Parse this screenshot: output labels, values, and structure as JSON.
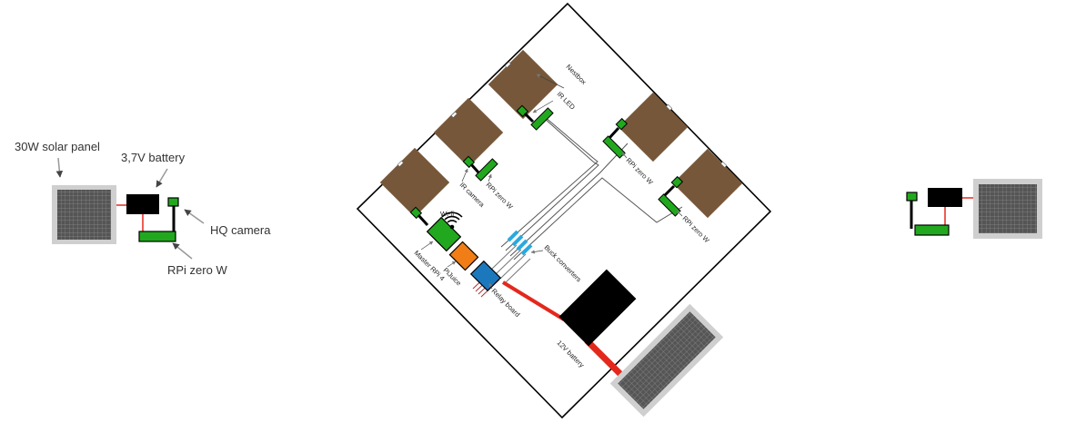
{
  "left_diagram": {
    "solar_panel_label": "30W solar panel",
    "battery_label": "3,7V battery",
    "camera_label": "HQ camera",
    "rpi_label": "RPi zero W"
  },
  "main_diagram": {
    "nestbox_label": "Nestbox",
    "ir_led_label": "IR LED",
    "ir_camera_label": "IR camera",
    "rpi_zero_labels": [
      "RPi zero W",
      "RPi zero W",
      "RPi zero W"
    ],
    "wifi_label": "Wi-fi",
    "master_label": "Master RPi 4",
    "pijuice_label": "PiJuice",
    "relay_label": "Relay board",
    "buck_label": "Buck converters",
    "battery_label": "12V battery"
  },
  "colors": {
    "nestbox": "#76573a",
    "board": "#22a81e",
    "pijuice": "#f07d16",
    "relay": "#1c78bd",
    "buck": "#29a9e0",
    "wire_red": "#e4281c",
    "panel_frame": "#c8c8c8",
    "panel_cells": "#4d4d4d"
  }
}
